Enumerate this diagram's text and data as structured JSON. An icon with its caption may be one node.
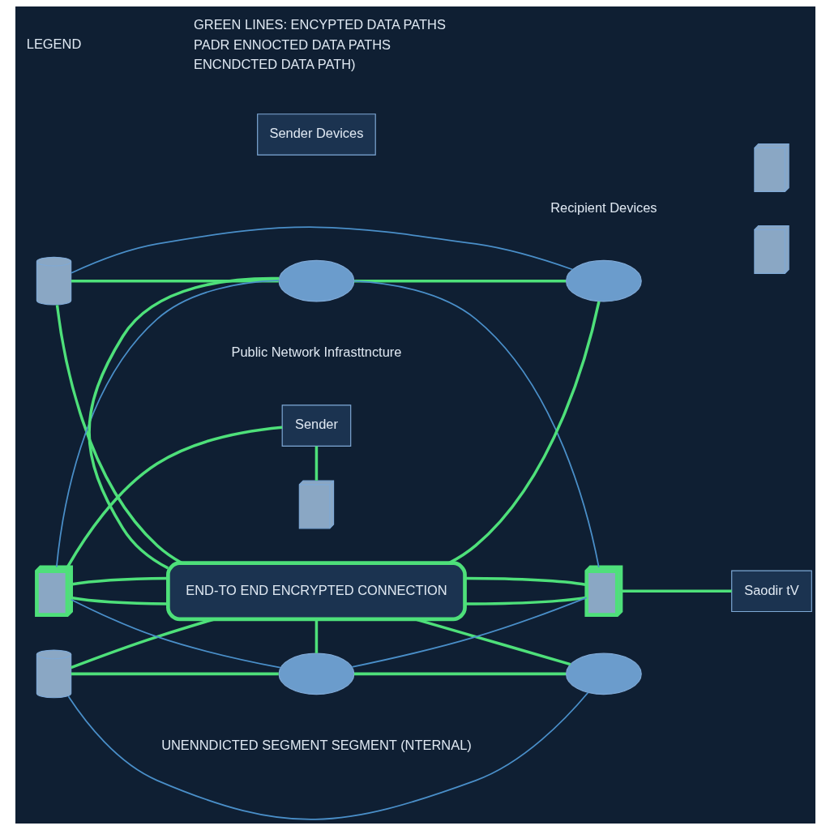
{
  "diagram": {
    "nodes": [
      {
        "text": [
          "Sender"
        ]
      },
      {
        "text": [],
        "shape": "box"
      },
      {
        "text": [
          "Sender Devices"
        ]
      },
      {
        "text": [],
        "shape": "box"
      },
      {
        "text": [],
        "shape": "cylinder"
      },
      {
        "text": [],
        "shape": "cylinder"
      },
      {
        "text": [],
        "shape": "cloud",
        "beside": [
          "Public Network Infrasttncture"
        ]
      },
      {
        "text": [
          "END-TO END ENCRYPTED CONNECTION"
        ]
      },
      {
        "text": [],
        "shape": "cloud"
      },
      {
        "text": [],
        "shape": "cloud"
      },
      {
        "text": [],
        "shape": "cloud",
        "beside": [
          "UNENNDICTED SEGMENT SEGMENT (NTERNAL)"
        ]
      },
      {
        "text": [],
        "shape": "box"
      },
      {
        "text": [],
        "shape": "box"
      },
      {
        "text": [],
        "shape": "box"
      },
      {
        "text": [
          "Saodir tV"
        ]
      }
    ],
    "edges": [
      {
        "from": 0,
        "to": 1,
        "arrow": "none"
      },
      {
        "from": 3,
        "to": 0,
        "arrow": "none"
      },
      {
        "from": 3,
        "to": 7,
        "arrow": "none"
      },
      {
        "from": 3,
        "to": 7,
        "arrow": "none"
      },
      {
        "from": 4,
        "to": 6,
        "arrow": "none"
      },
      {
        "from": 4,
        "to": 7,
        "arrow": "none"
      },
      {
        "from": 5,
        "to": 7,
        "arrow": "none"
      },
      {
        "from": 5,
        "to": 10,
        "arrow": "none"
      },
      {
        "from": 6,
        "to": 7,
        "arrow": "none"
      },
      {
        "from": 6,
        "to": 8,
        "arrow": "none"
      },
      {
        "from": 7,
        "to": 8,
        "arrow": "none"
      },
      {
        "from": 7,
        "to": 10,
        "arrow": "none"
      },
      {
        "from": 7,
        "to": 9,
        "arrow": "none"
      },
      {
        "from": 10,
        "to": 9,
        "arrow": "none"
      },
      {
        "from": 7,
        "to": 11,
        "arrow": "none"
      },
      {
        "from": 7,
        "to": 11,
        "arrow": "none"
      },
      {
        "from": 11,
        "to": 14,
        "arrow": "none"
      },
      {
        "from": 6,
        "to": 3,
        "arrow": "none",
        "color": "#4a8fc9"
      },
      {
        "from": 6,
        "to": 11,
        "arrow": "none",
        "color": "#4a8fc9"
      },
      {
        "from": 10,
        "to": 3,
        "arrow": "none",
        "color": "#4a8fc9"
      },
      {
        "from": 10,
        "to": 11,
        "arrow": "none",
        "color": "#4a8fc9"
      },
      {
        "from": 4,
        "to": 8,
        "arrow": "none",
        "color": "#4a8fc9"
      },
      {
        "from": 5,
        "to": 9,
        "arrow": "none",
        "color": "#4a8fc9"
      }
    ],
    "labels": [
      "Recipient Devices",
      "LEGEND"
    ],
    "legend": [
      {
        "text": "GREEN LINES: ENCYPTED DATA PATHS"
      },
      {
        "text": "PADR ENNOCTED DATA PATHS"
      },
      {
        "text": "ENCNDCTED DATA PATH)"
      }
    ]
  }
}
